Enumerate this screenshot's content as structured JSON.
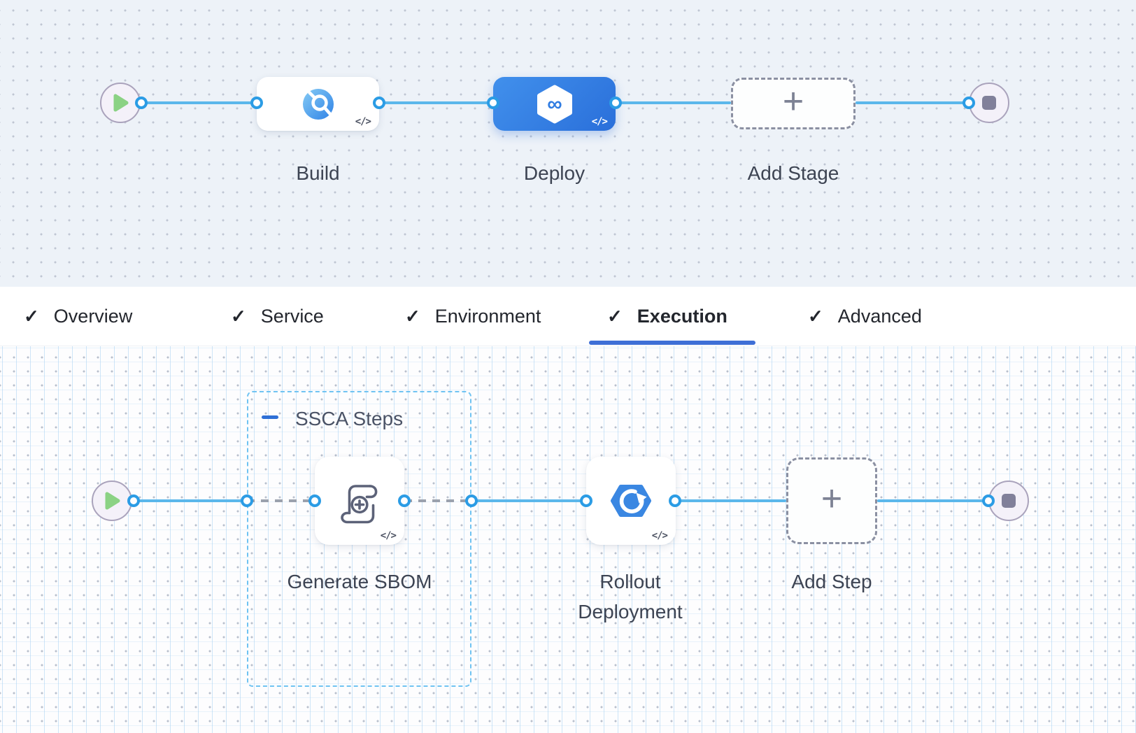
{
  "stage_pipeline": {
    "start": {
      "icon": "play-icon"
    },
    "end": {
      "icon": "stop-icon"
    },
    "stages": [
      {
        "label": "Build",
        "icon": "build-scan-icon",
        "selected": false
      },
      {
        "label": "Deploy",
        "icon": "deploy-infinity-icon",
        "selected": true
      }
    ],
    "add_stage_label": "Add Stage"
  },
  "tabs": [
    {
      "label": "Overview",
      "checked": true,
      "active": false
    },
    {
      "label": "Service",
      "checked": true,
      "active": false
    },
    {
      "label": "Environment",
      "checked": true,
      "active": false
    },
    {
      "label": "Execution",
      "checked": true,
      "active": true
    },
    {
      "label": "Advanced",
      "checked": true,
      "active": false
    }
  ],
  "execution_pipeline": {
    "group_label": "SSCA Steps",
    "steps": [
      {
        "label": "Generate SBOM",
        "icon": "sbom-scroll-icon"
      },
      {
        "label": "Rollout Deployment",
        "icon": "rollout-refresh-icon"
      }
    ],
    "add_step_label": "Add Step"
  },
  "icons": {
    "check": "✓",
    "plus": "+",
    "code_badge": "</>",
    "infinity": "∞"
  },
  "colors": {
    "canvas_top_bg": "#edf2f8",
    "canvas_bottom_bg": "#fdfdfe",
    "connector_blue": "#5bb7eb",
    "connector_port_ring": "#2b9ce5",
    "connector_dashed_gray": "#9ba1ad",
    "selected_stage_blue": "#2f7ce2",
    "add_node_dashed_border": "#8b90a2",
    "group_dashed_border": "#6fc3f2",
    "group_collapse_blue": "#2e6fd6",
    "active_tab_underline": "#3e6fd6",
    "play_green": "#8bd284",
    "stop_gray": "#81809a",
    "label_text": "#3d4453",
    "tab_text": "#23262d"
  }
}
